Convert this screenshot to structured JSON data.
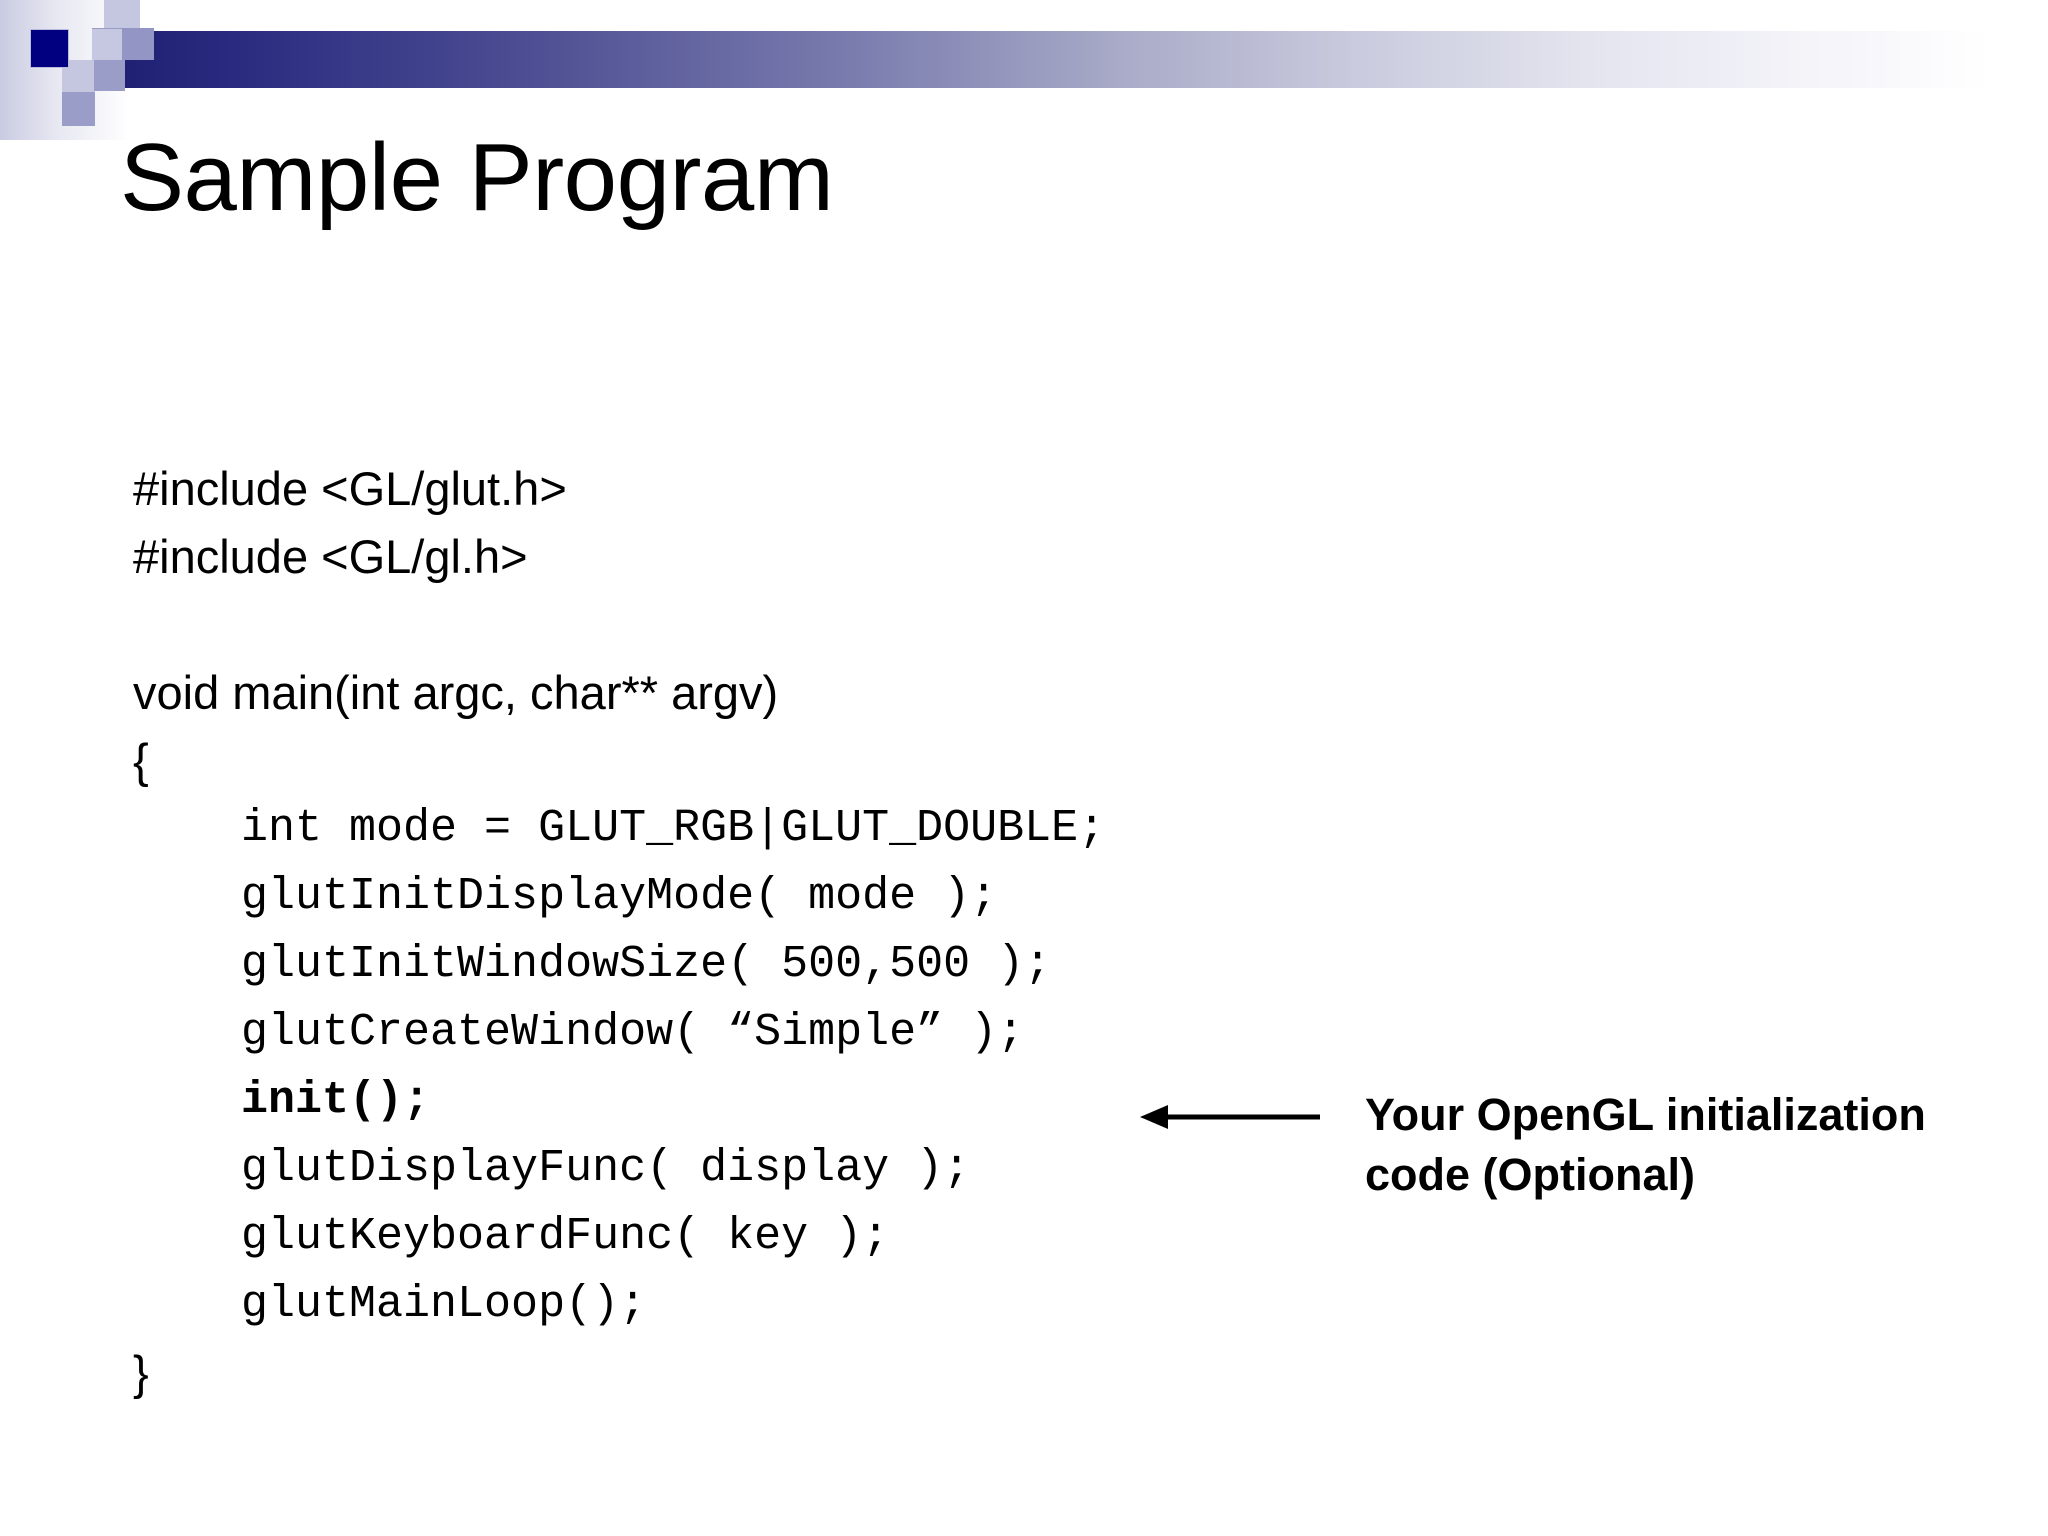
{
  "slide": {
    "title": "Sample Program",
    "background_color": "#ffffff",
    "accent_color": "#1f2073",
    "navy_square_color": "#000080"
  },
  "code": {
    "lines": [
      {
        "text": "#include <GL/glut.h>",
        "style": "plain"
      },
      {
        "text": "#include <GL/gl.h>",
        "style": "plain"
      },
      {
        "text": "",
        "style": "spacer"
      },
      {
        "text": "void main(int argc, char** argv)",
        "style": "plain"
      },
      {
        "text": "{",
        "style": "plain"
      },
      {
        "text": "    int mode = GLUT_RGB|GLUT_DOUBLE;",
        "style": "mono"
      },
      {
        "text": "    glutInitDisplayMode( mode );",
        "style": "mono"
      },
      {
        "text": "    glutInitWindowSize( 500,500 );",
        "style": "mono"
      },
      {
        "text": "    glutCreateWindow( “Simple” );",
        "style": "mono"
      },
      {
        "text": "    init();",
        "style": "mono-bold"
      },
      {
        "text": "    glutDisplayFunc( display );",
        "style": "mono"
      },
      {
        "text": "    glutKeyboardFunc( key );",
        "style": "mono"
      },
      {
        "text": "    glutMainLoop();",
        "style": "mono"
      },
      {
        "text": "}",
        "style": "plain"
      }
    ]
  },
  "annotation": {
    "line1": "Your OpenGL initialization",
    "line2": "code (Optional)",
    "arrow_direction": "left",
    "arrow_target": "init();"
  }
}
